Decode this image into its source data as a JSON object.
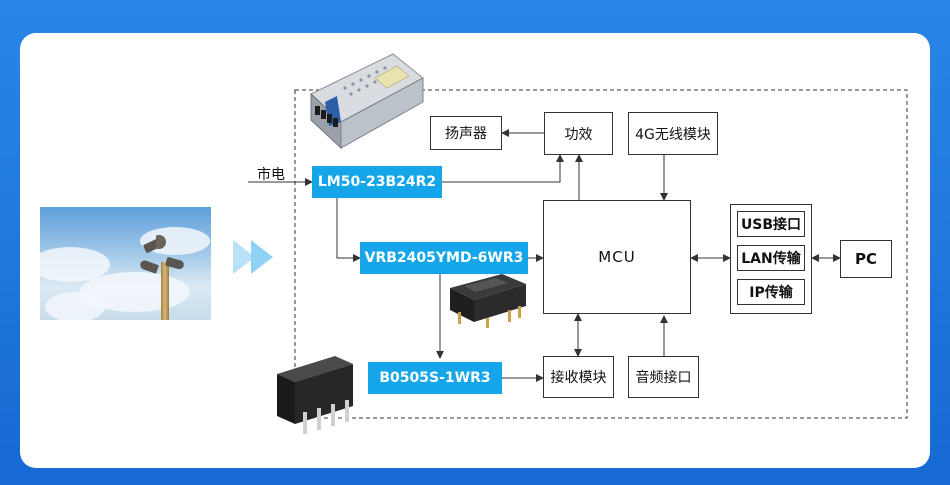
{
  "blocks": {
    "speaker": "扬声器",
    "amplifier": "功效",
    "module_4g": "4G无线模块",
    "power_lm50": "LM50-23B24R2",
    "power_vrb": "VRB2405YMD-6WR3",
    "power_b0505": "B0505S-1WR3",
    "mcu": "MCU",
    "receiver": "接收模块",
    "audio_port": "音频接口",
    "usb": "USB接口",
    "lan": "LAN传输",
    "ip": "IP传输",
    "pc": "PC"
  },
  "labels": {
    "mains": "市电"
  },
  "icons": {
    "photo": "outdoor-loudspeaker-pole-photo",
    "arrows": "double-chevron-right-icon",
    "psu": "enclosed-power-supply-icon",
    "dcdc_a": "dcdc-module-vrb-icon",
    "dcdc_b": "dcdc-module-b0505-icon"
  },
  "colors": {
    "frame": "#1a6fd6",
    "accent_blue_box": "#15a6ea",
    "chevron": "#8fd2f5"
  }
}
